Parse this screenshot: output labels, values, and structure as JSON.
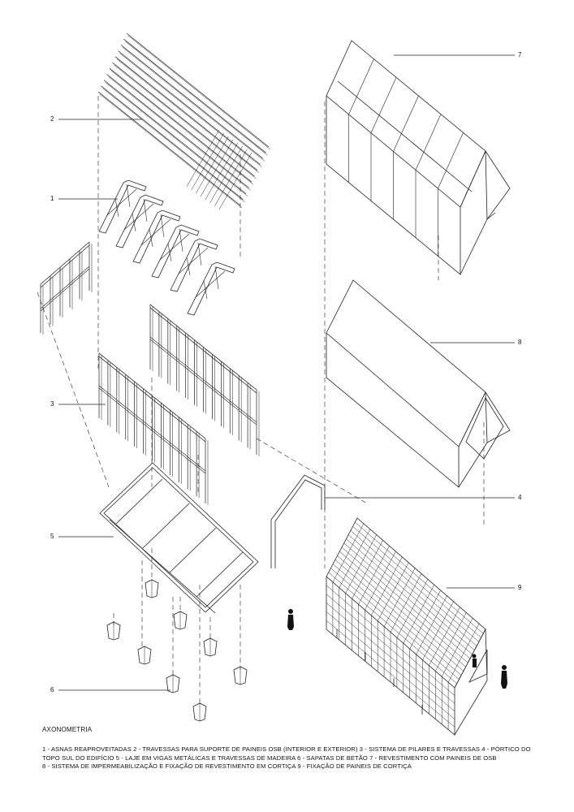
{
  "callouts": [
    "1",
    "2",
    "3",
    "4",
    "5",
    "6",
    "7",
    "8",
    "9"
  ],
  "caption": {
    "title": "AXONOMETRIA",
    "legend_lines": [
      "1 - ASNAS REAPROVEITADAS   2 - TRAVESSAS PARA SUPORTE DE PAINEIS OSB (INTERIOR E EXTERIOR)   3 - SISTEMA DE PILARES E TRAVESSAS   4 - PÓRTICO DO",
      "TOPO SUL DO EDIFÍCIO   5 - LAJE EM VIGAS METÁLICAS E TRAVESSAS DE MADEIRA   6 - SAPATAS DE BETÃO   7 - REVESTIMENTO COM PAINEIS DE OSB",
      "8 - SISTEMA DE IMPERMEABILIZAÇÃO E FIXAÇÃO DE REVESTIMENTO EM CORTIÇA   9 - FIXAÇÃO DE PAINEIS DE CORTIÇA"
    ]
  }
}
